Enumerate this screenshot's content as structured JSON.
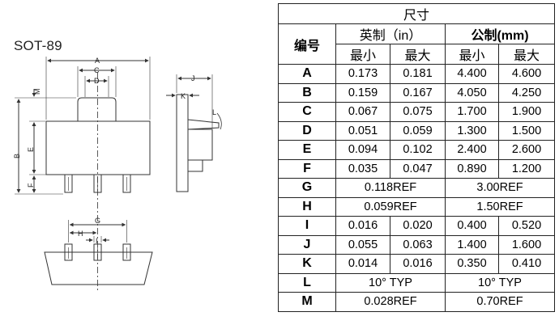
{
  "package": {
    "title": "SOT-89"
  },
  "drawing_labels": {
    "A": "A",
    "B": "B",
    "C": "C",
    "D": "D",
    "E": "E",
    "F": "F",
    "G": "G",
    "H": "H",
    "I": "I",
    "J": "J",
    "K": "K",
    "L": "L",
    "M": "M"
  },
  "table": {
    "title": "尺寸",
    "code_header": "编号",
    "group_in": "英制（in）",
    "group_mm": "公制(mm)",
    "min_label": "最小",
    "max_label": "最大",
    "rows": [
      {
        "code": "A",
        "in_min": "0.173",
        "in_max": "0.181",
        "mm_min": "4.400",
        "mm_max": "4.600"
      },
      {
        "code": "B",
        "in_min": "0.159",
        "in_max": "0.167",
        "mm_min": "4.050",
        "mm_max": "4.250"
      },
      {
        "code": "C",
        "in_min": "0.067",
        "in_max": "0.075",
        "mm_min": "1.700",
        "mm_max": "1.900"
      },
      {
        "code": "D",
        "in_min": "0.051",
        "in_max": "0.059",
        "mm_min": "1.300",
        "mm_max": "1.500"
      },
      {
        "code": "E",
        "in_min": "0.094",
        "in_max": "0.102",
        "mm_min": "2.400",
        "mm_max": "2.600"
      },
      {
        "code": "F",
        "in_min": "0.035",
        "in_max": "0.047",
        "mm_min": "0.890",
        "mm_max": "1.200"
      },
      {
        "code": "G",
        "in_span": "0.118REF",
        "mm_span": "3.00REF"
      },
      {
        "code": "H",
        "in_span": "0.059REF",
        "mm_span": "1.50REF"
      },
      {
        "code": "I",
        "in_min": "0.016",
        "in_max": "0.020",
        "mm_min": "0.400",
        "mm_max": "0.520"
      },
      {
        "code": "J",
        "in_min": "0.055",
        "in_max": "0.063",
        "mm_min": "1.400",
        "mm_max": "1.600"
      },
      {
        "code": "K",
        "in_min": "0.014",
        "in_max": "0.016",
        "mm_min": "0.350",
        "mm_max": "0.410"
      },
      {
        "code": "L",
        "in_span": "10°  TYP",
        "mm_span": "10°  TYP"
      },
      {
        "code": "M",
        "in_span": "0.028REF",
        "mm_span": "0.70REF"
      }
    ]
  }
}
